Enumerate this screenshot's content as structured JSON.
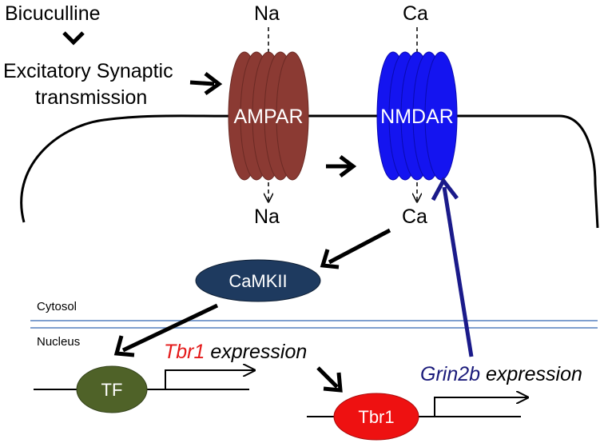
{
  "labels": {
    "bicuculline": "Bicuculline",
    "excitatory_line1": "Excitatory Synaptic",
    "excitatory_line2": "transmission",
    "na_top": "Na",
    "na_bottom": "Na",
    "ca_top": "Ca",
    "ca_bottom": "Ca",
    "cytosol": "Cytosol",
    "nucleus": "Nucleus"
  },
  "channels": {
    "ampar": {
      "label": "AMPAR",
      "color": "#8b3a33"
    },
    "nmdar": {
      "label": "NMDAR",
      "color": "#1414f0"
    }
  },
  "nodes": {
    "camkii": {
      "label": "CaMKII",
      "color": "#1e3a5f"
    },
    "tf": {
      "label": "TF",
      "color": "#4f6228"
    },
    "tbr1": {
      "label": "Tbr1",
      "color": "#ee1111"
    }
  },
  "expressions": {
    "tbr1": {
      "gene": "Tbr1",
      "suffix": " expression",
      "gene_color": "#e41a1a"
    },
    "grin2b": {
      "gene": "Grin2b",
      "suffix": " expression",
      "gene_color": "#1a1a7a"
    }
  },
  "colors": {
    "membrane": "#000000",
    "nuclear_envelope": "#7f9fcf",
    "feedback_arrow": "#1a1a8a"
  }
}
